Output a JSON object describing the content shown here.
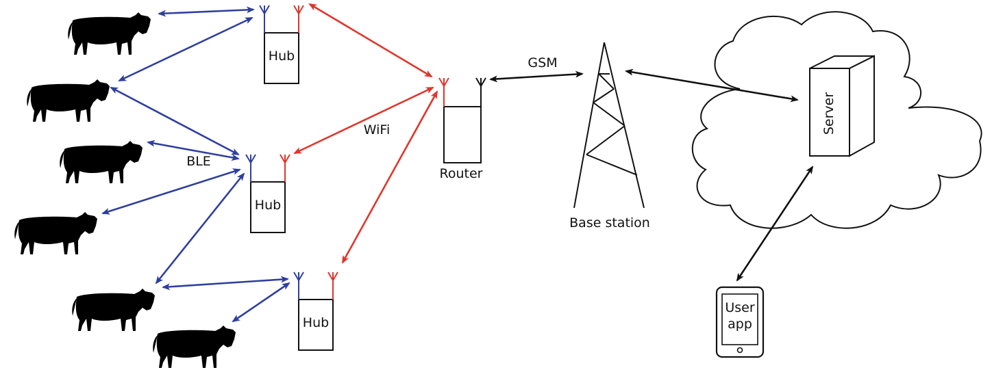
{
  "labels": {
    "hub": "Hub",
    "router": "Router",
    "base_station": "Base station",
    "server": "Server",
    "user_app_line1": "User",
    "user_app_line2": "app",
    "ble": "BLE",
    "wifi": "WiFi",
    "gsm": "GSM"
  },
  "colors": {
    "ble_link": "#2e3f9e",
    "wifi_link": "#e0352b",
    "gsm_link": "#111111",
    "outline": "#111111"
  },
  "icons": [
    "cow-icon",
    "antenna-icon",
    "tower-icon",
    "cloud-icon",
    "server-icon",
    "phone-icon"
  ]
}
